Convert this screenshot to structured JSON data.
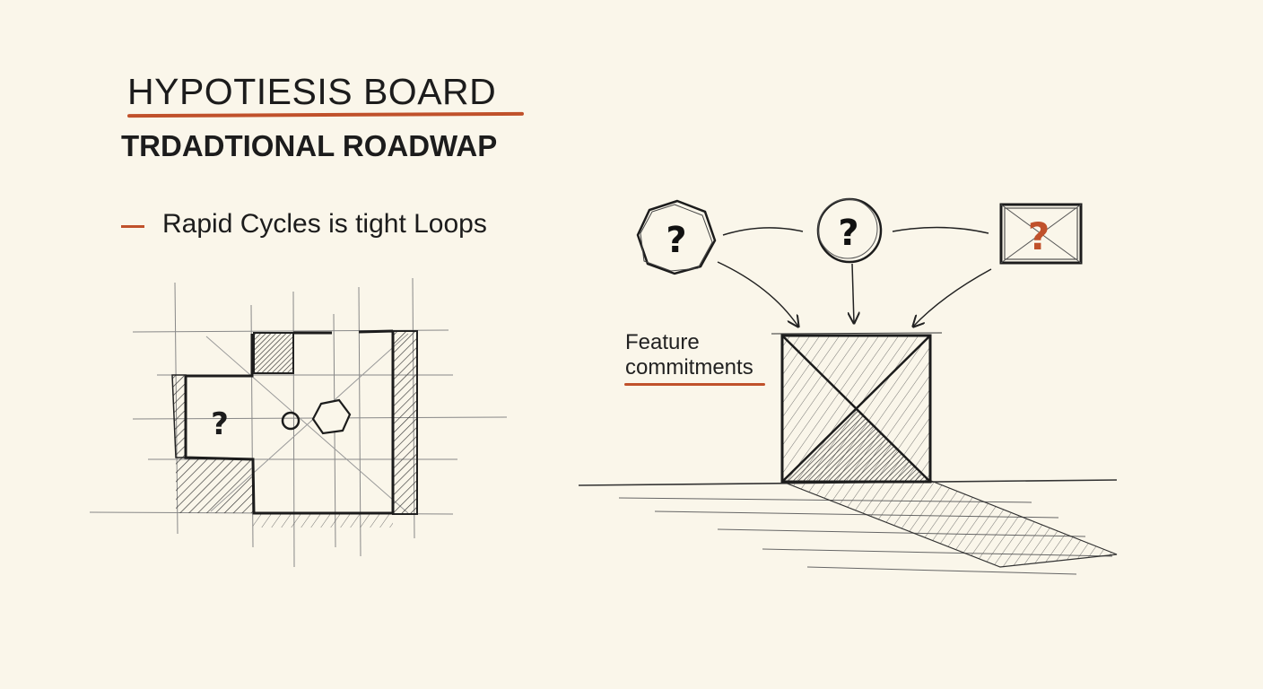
{
  "board": {
    "title": "HYPOTIESIS BOARD",
    "subtitle": "TRDADTIONAL ROADWAP",
    "bullet": "Rapid Cycles is tight Loops",
    "feature_label_line1": "Feature",
    "feature_label_line2": "commitments"
  },
  "marks": {
    "question": "?"
  },
  "colors": {
    "background": "#faf6ea",
    "ink": "#1c1c1c",
    "accent": "#c0512b"
  }
}
